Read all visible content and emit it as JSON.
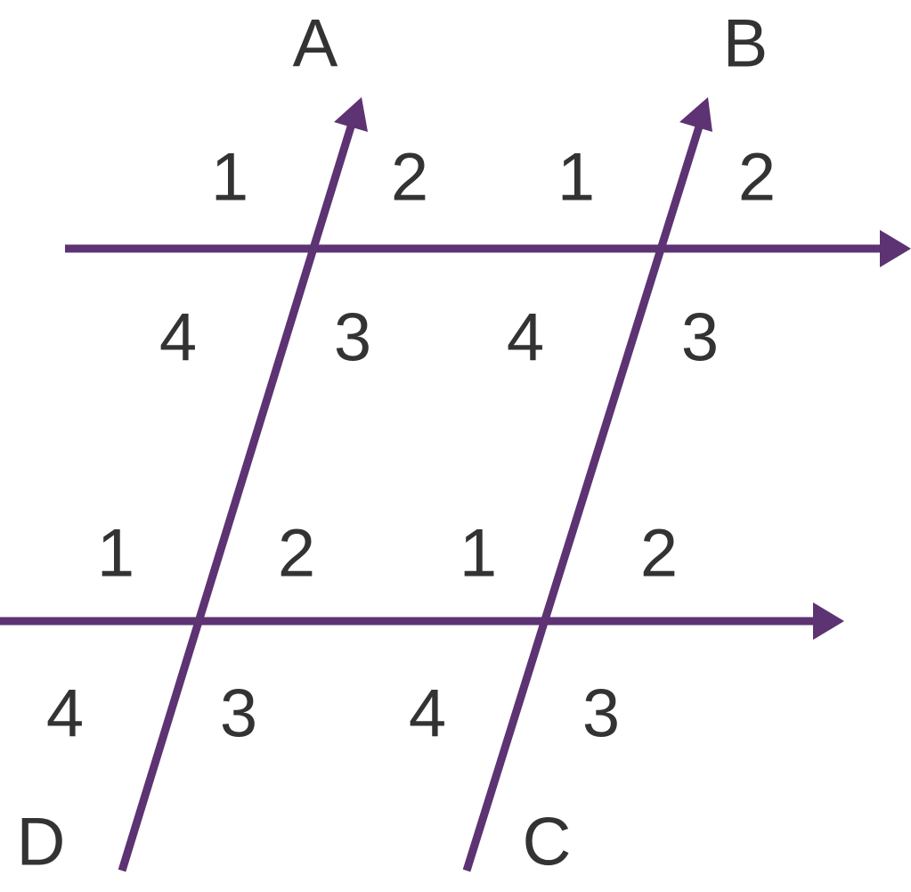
{
  "colors": {
    "line": "#5d3373",
    "text": "#333333"
  },
  "lines": {
    "A": "A",
    "B": "B",
    "C": "C",
    "D": "D"
  },
  "angles": {
    "top_left": {
      "a1": "1",
      "a2": "2",
      "a3": "3",
      "a4": "4"
    },
    "top_right": {
      "a1": "1",
      "a2": "2",
      "a3": "3",
      "a4": "4"
    },
    "bottom_left": {
      "a1": "1",
      "a2": "2",
      "a3": "3",
      "a4": "4"
    },
    "bottom_right": {
      "a1": "1",
      "a2": "2",
      "a3": "3",
      "a4": "4"
    }
  }
}
